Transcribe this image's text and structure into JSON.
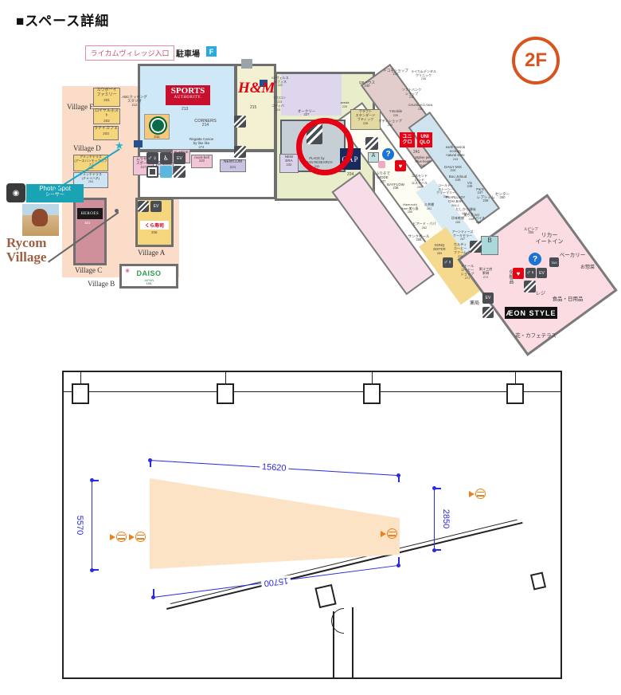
{
  "title": "■スペース詳細",
  "floor_badge": "2F",
  "colors": {
    "accent_red": "#e60013",
    "badge_orange": "#d9531e",
    "dim_blue": "#2a2ae0",
    "outlet_orange": "#e8821e",
    "photospot_teal": "#19a3b5"
  },
  "map": {
    "entrance_label": "ライカムヴィレッジ入口",
    "parking": {
      "label": "駐車場",
      "letter": "F"
    },
    "photo_spot": {
      "label": "Photo Spot",
      "sublabel": "シーサー"
    },
    "rycom_village": "Rycom\nVillage",
    "village_labels": {
      "a": "Village A",
      "b": "Village B",
      "c": "Village C",
      "d": "Village D",
      "e": "Village E"
    },
    "logos": {
      "sports_authority_1": "SPORTS",
      "sports_authority_2": "AUTHORITY.",
      "sports_authority_no": "213",
      "hm": "H&M",
      "hm_no": "215",
      "starbucks_no": "211",
      "gap": "GAP",
      "gap_no": "234",
      "uniqlo_1": "ユニ\nクロ",
      "uniqlo_2": "UNI\nQLO",
      "uniqlo_no": "241",
      "daiso": "DAISO",
      "daiso_sub": "JAPAN",
      "daiso_no": "105",
      "heroes": "HEROES",
      "heroes_no": "101",
      "kura": "くら寿司",
      "kura_no": "206",
      "aeon_style": "ÆON STYLE"
    },
    "icon_glyphs": {
      "toilet": "♂♀",
      "wheelchair": "♿",
      "elevator": "EV",
      "info": "?",
      "aed": "♥",
      "tax_free": "TAX",
      "camera": "◉",
      "star": "★"
    },
    "stores": [
      {
        "id": "cowboy",
        "label": "カウボーイ\nファミリー",
        "no": "201"
      },
      {
        "id": "royalhost",
        "label": "ロイヤルホスト",
        "no": "202"
      },
      {
        "id": "lanai",
        "label": "ラナイカフェ",
        "no": "203"
      },
      {
        "id": "amecchi1",
        "label": "アメッチテラス\n(アースハンモックカフェ)",
        "no": "204"
      },
      {
        "id": "amecchi2",
        "label": "アメッチテラス\n(チャイハネ)",
        "no": "204"
      },
      {
        "id": "abc",
        "label": "ABCクッキング\nスタジオ",
        "no": "212"
      },
      {
        "id": "corners",
        "label": "CORNERS",
        "no": "214"
      },
      {
        "id": "regatta",
        "label": "Regatta Canoe\nby like like",
        "no": "274"
      },
      {
        "id": "murasaki",
        "label": "ムラサキ\nスポーツ",
        "no": "217"
      },
      {
        "id": "drmartin",
        "label": "Dr.Martin",
        "no": "218"
      },
      {
        "id": "xlarge",
        "label": "XLARGE\nX-girl",
        "no": "219"
      },
      {
        "id": "montbell",
        "label": "mont-bell",
        "no": "220"
      },
      {
        "id": "newcom",
        "label": "NEWCOM",
        "no": "221"
      },
      {
        "id": "raffine",
        "label": "KSヴェルス\nラフィネ",
        "no": "222"
      },
      {
        "id": "macaron",
        "label": "マカロン",
        "no": "223"
      },
      {
        "id": "godiva",
        "label": "ゴディバ",
        "no": "224"
      },
      {
        "id": "oakley",
        "label": "オークリー",
        "no": "227"
      },
      {
        "id": "craft",
        "label": "クラフト\nスタンダード\nブティック",
        "no": "228"
      },
      {
        "id": "aveda",
        "label": "aveda",
        "no": "229"
      },
      {
        "id": "qbhouse",
        "label": "QBハウス",
        "no": "230"
      },
      {
        "id": "docomo",
        "label": "ドコモショップ",
        "no": "231"
      },
      {
        "id": "newera",
        "label": "NEW\nERA",
        "no": "232"
      },
      {
        "id": "place",
        "label": "PLACE by\nURBAN RESEARCH",
        "no": "233"
      },
      {
        "id": "dental",
        "label": "ライカムデンタル\nクリニック",
        "no": "235"
      },
      {
        "id": "softbank",
        "label": "ソフトバンク\nショップ",
        "no": "232"
      },
      {
        "id": "chubu",
        "label": "CHUBU KO-SAN",
        "no": "236"
      },
      {
        "id": "furisode",
        "label": "ふりそで\nMODE",
        "no": "237"
      },
      {
        "id": "bayflow",
        "label": "BAYFLOW",
        "no": "238"
      },
      {
        "id": "ymobile",
        "label": "Y!mobile",
        "no": "239"
      },
      {
        "id": "bodyshop",
        "label": "ボディショップ",
        "no": "240"
      },
      {
        "id": "stylise",
        "label": "Stylise per\nPlus-heart",
        "no": "242"
      },
      {
        "id": "earth",
        "label": "earth music&\necology\nnatural store",
        "no": "243"
      },
      {
        "id": "dailymix",
        "label": "DAILY MIX",
        "no": "244"
      },
      {
        "id": "boujeloud",
        "label": "Bou Jeloud",
        "no": "245"
      },
      {
        "id": "vis",
        "label": "Vis",
        "no": "246"
      },
      {
        "id": "ps",
        "label": "P&'S",
        "no": "247"
      },
      {
        "id": "lepsim",
        "label": "レプシィム",
        "no": "248"
      },
      {
        "id": "churaoto",
        "label": "美ら音.net",
        "no": "249"
      },
      {
        "id": "center",
        "label": "センター",
        "no": "250"
      },
      {
        "id": "lupicia",
        "label": "ルピシア",
        "no": "255"
      },
      {
        "id": "coldstone",
        "label": "コールド・\nストーン・\nクリーマリー",
        "no": "256"
      },
      {
        "id": "esthe",
        "label": "エスモンド\nロンド\nエステール",
        "no": "259"
      },
      {
        "id": "harenohi",
        "label": "Hare:nohi\nfrom 美ら島",
        "no": "260"
      },
      {
        "id": "kyucha",
        "label": "久茶樓",
        "no": "261"
      },
      {
        "id": "beardpapa",
        "label": "ビアード・パパ",
        "no": "262"
      },
      {
        "id": "pearllady",
        "label": "PEARLLADY\nCHA BAR",
        "no": "264-1"
      },
      {
        "id": "dashikara",
        "label": "だしから調味",
        "no": "264-2"
      },
      {
        "id": "chinmi",
        "label": "珍味乾物",
        "no": "265"
      },
      {
        "id": "spice",
        "label": "スパイス",
        "no": "266"
      },
      {
        "id": "cakecellar",
        "label": "アーンティーズ\nケーキセラー",
        "no": "267"
      },
      {
        "id": "sankuzeru",
        "label": "サンクゼール",
        "no": "268"
      },
      {
        "id": "donq",
        "label": "DONQ\nEDITER",
        "no": "269"
      },
      {
        "id": "kaldi",
        "label": "カルディ\nコーヒー\nファーム",
        "no": "270"
      },
      {
        "id": "doutor",
        "label": "ドトール\nコーヒー\nショップ",
        "no": "271"
      },
      {
        "id": "karin",
        "label": "果汁工房\n果琳",
        "no": "272"
      },
      {
        "id": "liquor",
        "label": "リカー\nイートイン",
        "no": ""
      },
      {
        "id": "bakery",
        "label": "ベーカリー",
        "no": ""
      },
      {
        "id": "souzai",
        "label": "お惣菜",
        "no": ""
      },
      {
        "id": "foods",
        "label": "食品・日用品",
        "no": ""
      },
      {
        "id": "reji",
        "label": "レジ",
        "no": ""
      },
      {
        "id": "cosme",
        "label": "化粧品",
        "no": ""
      },
      {
        "id": "pharmacy",
        "label": "薬局",
        "no": ""
      },
      {
        "id": "flowercafe",
        "label": "花・カフェテラス",
        "no": ""
      },
      {
        "id": "elevA",
        "label": "A",
        "no": ""
      },
      {
        "id": "elevB",
        "label": "B",
        "no": ""
      }
    ]
  },
  "plan": {
    "dim_top": "15620",
    "dim_bottom": "15700",
    "dim_left": "5570",
    "dim_right": "2850"
  }
}
